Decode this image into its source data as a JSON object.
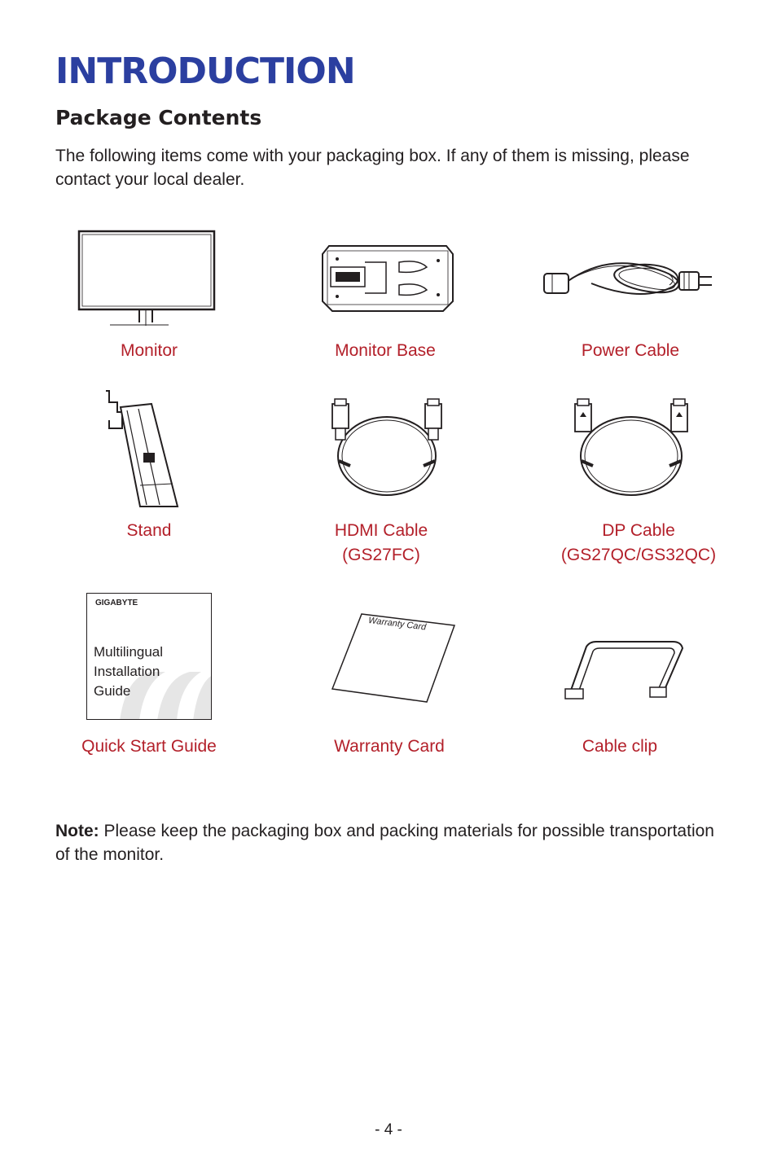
{
  "header": {
    "title": "INTRODUCTION"
  },
  "section": {
    "title": "Package Contents",
    "intro": "The following items come with your packaging box. If any of them is missing, please contact your local dealer."
  },
  "items": [
    {
      "label": "Monitor",
      "icon": "monitor-icon"
    },
    {
      "label": "Monitor Base",
      "icon": "monitor-base-icon"
    },
    {
      "label": "Power Cable",
      "icon": "power-cable-icon"
    },
    {
      "label": "Stand",
      "icon": "stand-icon"
    },
    {
      "label": "HDMI Cable",
      "sub": "(GS27FC)",
      "icon": "hdmi-cable-icon"
    },
    {
      "label": "DP Cable",
      "sub": "(GS27QC/GS32QC)",
      "icon": "dp-cable-icon"
    },
    {
      "label": "Quick Start Guide",
      "icon": "quick-start-guide-icon",
      "guide_brand": "GIGABYTE",
      "guide_lines": [
        "Multilingual",
        "Installation",
        "Guide"
      ]
    },
    {
      "label": "Warranty Card",
      "icon": "warranty-card-icon",
      "card_text": "Warranty Card"
    },
    {
      "label": "Cable clip",
      "icon": "cable-clip-icon"
    }
  ],
  "note": {
    "lead": "Note:",
    "text": " Please keep the packaging box and packing materials for possible transportation of the monitor."
  },
  "footer": {
    "page": "- 4 -"
  },
  "colors": {
    "title": "#2b3fa0",
    "label": "#b3202a",
    "text": "#231f20"
  }
}
